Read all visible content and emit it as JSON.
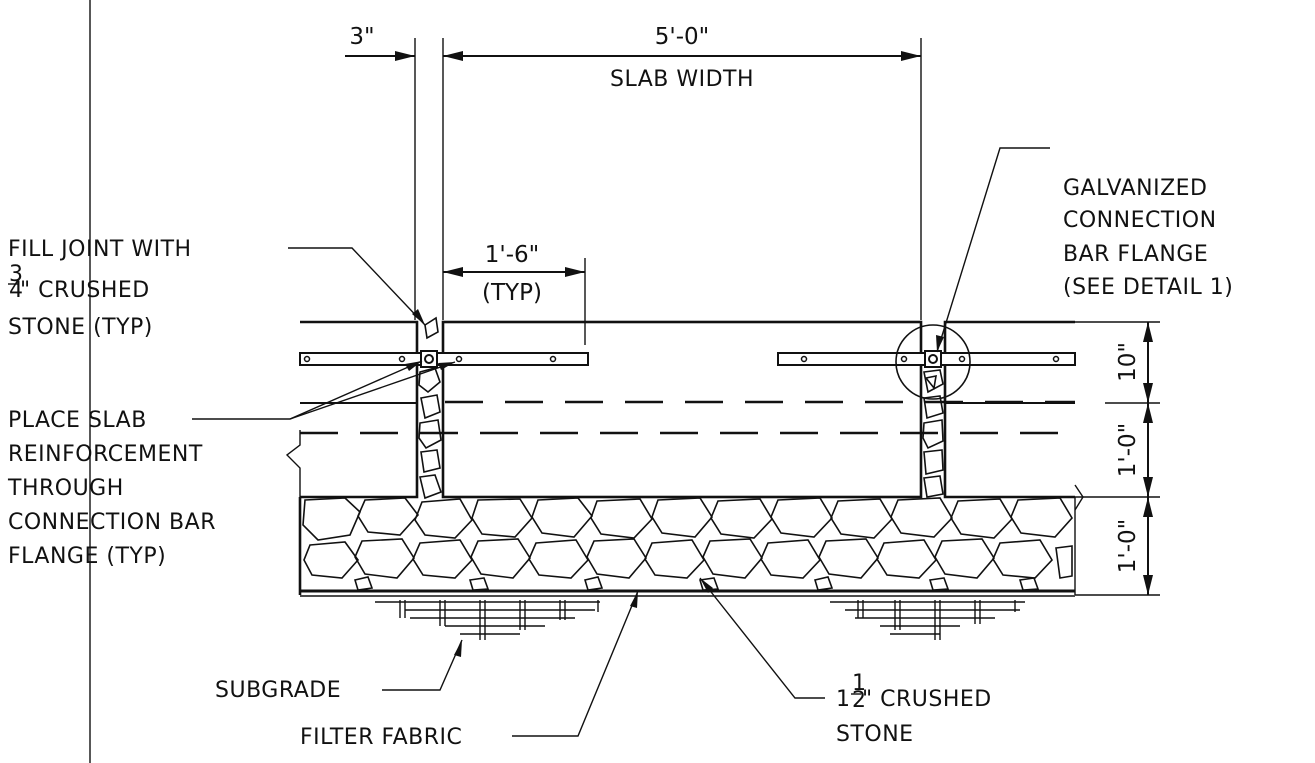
{
  "dimensions": {
    "joint_width": "3\"",
    "slab_width": "5'-0\"",
    "slab_width_label": "SLAB WIDTH",
    "flange_length": "1'-6\"",
    "flange_length_note": "(TYP)",
    "slab_top_to_bar": "10\"",
    "slab_bar_to_bottom": "1'-0\"",
    "stone_base_depth": "1'-0\""
  },
  "callouts": {
    "fill_joint": [
      "FILL JOINT WITH",
      "\" CRUSHED",
      "STONE (TYP)"
    ],
    "fill_joint_fraction": {
      "num": "3",
      "den": "4"
    },
    "place_slab": [
      "PLACE SLAB",
      "REINFORCEMENT",
      "THROUGH",
      "CONNECTION BAR",
      "FLANGE (TYP)"
    ],
    "galvanized": [
      "GALVANIZED",
      "CONNECTION",
      "BAR FLANGE",
      "(SEE DETAIL 1)"
    ],
    "subgrade": "SUBGRADE",
    "filter_fabric": "FILTER FABRIC",
    "crushed_stone": [
      "1",
      "\" CRUSHED",
      "STONE"
    ],
    "crushed_stone_fraction": {
      "num": "1",
      "den": "2"
    }
  }
}
